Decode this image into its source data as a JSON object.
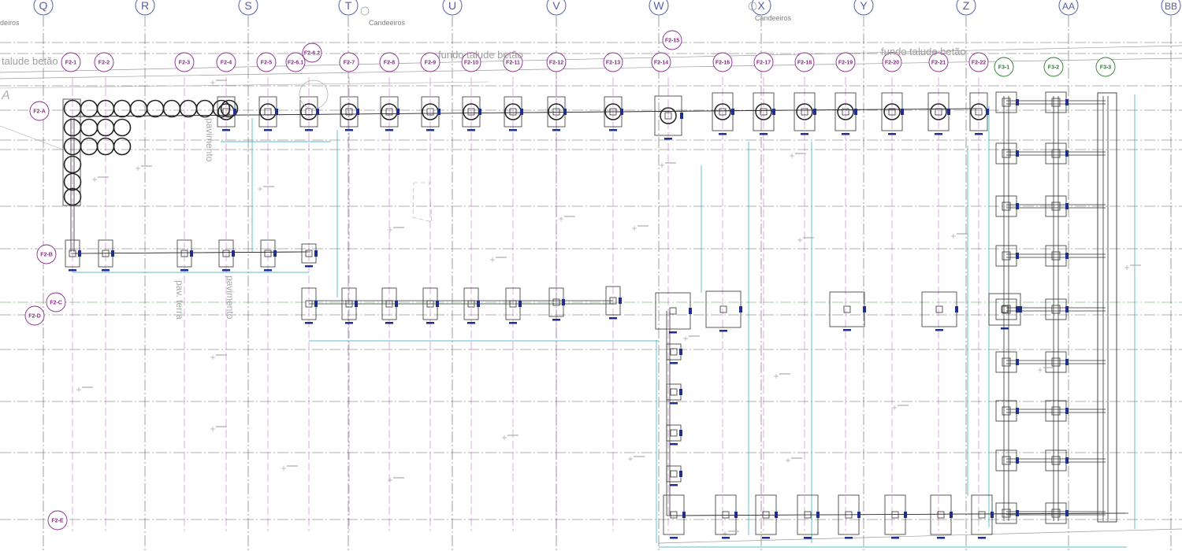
{
  "drawing": {
    "column_grid_labels": [
      "Q",
      "R",
      "S",
      "T",
      "U",
      "V",
      "W",
      "X",
      "Y",
      "Z",
      "AA",
      "BB"
    ],
    "foundation_labels_top": [
      "F2-1",
      "F2-2",
      "F2-3",
      "F2-4",
      "F2-5",
      "F2-6.1",
      "F2-6.2",
      "F2-7",
      "F2-8",
      "F2-9",
      "F2-10",
      "F2-11",
      "F2-12",
      "F2-13",
      "F2-14",
      "F2-15",
      "F2-16",
      "F2-17",
      "F2-18",
      "F2-19",
      "F2-20",
      "F2-21",
      "F2-22"
    ],
    "foundation_labels_f3": [
      "F3-1",
      "F3-2",
      "F3-3"
    ],
    "row_labels": [
      "F2-A",
      "F2-B",
      "F2-C",
      "F2-D",
      "F2-E"
    ],
    "annotations": {
      "talude_left": "talude betão",
      "talude_mid": "fundo talude betão",
      "talude_right": "fundo talude betão",
      "candeeiros_1": "Candeeiros",
      "candeeiros_2": "Candeeiros",
      "candeeiros_left": "deiros",
      "pavimento_1": "pavimento",
      "pavimento_2": "pavimento",
      "terra": "pav. terra",
      "letter_a": "A"
    },
    "colors": {
      "bubble_purple": "#8a2b8a",
      "bubble_green": "#2e7d32",
      "bubble_blue": "#5560a8",
      "grid_line": "#606060",
      "cyan_line": "#25a9b8",
      "beam": "#333333",
      "marker_blue": "#1e2f8c"
    }
  }
}
